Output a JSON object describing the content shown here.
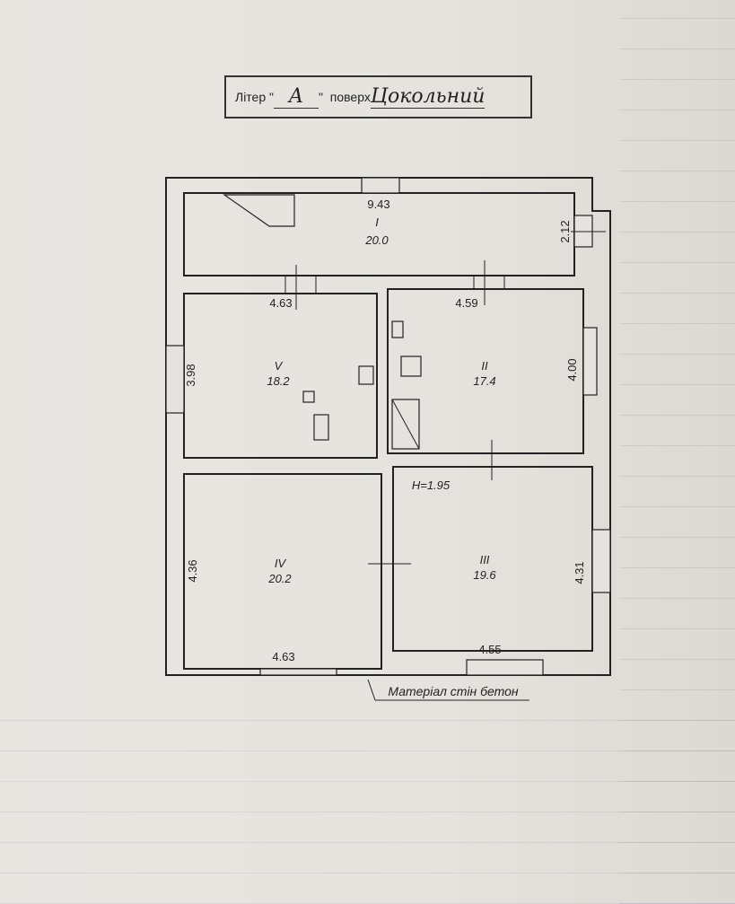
{
  "header": {
    "liter_label": "Літер",
    "quote_open": "\"",
    "liter_value": "А",
    "quote_close": "\"",
    "floor_label": "поверх",
    "floor_value": "Цокольний"
  },
  "plan": {
    "top_length": "9.43",
    "right_top_width": "2.12",
    "rooms": [
      {
        "number": "I",
        "area": "20.0"
      },
      {
        "number": "V",
        "area": "18.2"
      },
      {
        "number": "II",
        "area": "17.4"
      },
      {
        "number": "IV",
        "area": "20.2"
      },
      {
        "number": "III",
        "area": "19.6"
      }
    ],
    "dims": {
      "v_width": "4.63",
      "ii_width": "4.59",
      "v_height": "3.98",
      "ii_height": "4.00",
      "iv_height": "4.36",
      "iii_height": "4.31",
      "iv_width": "4.63",
      "iii_width": "4.55"
    },
    "height": "H=1.95",
    "material": "Матеріал стін бетон"
  }
}
